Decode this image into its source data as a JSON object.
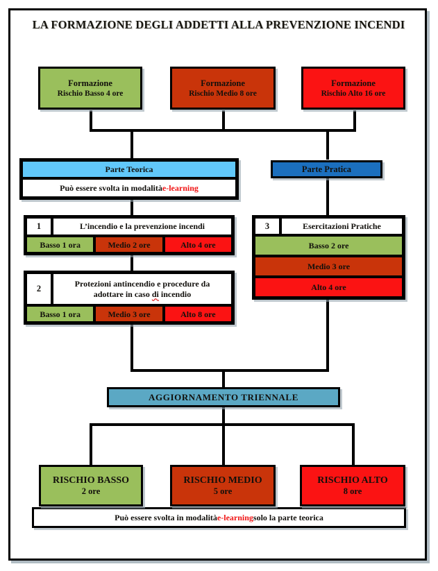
{
  "title": "LA FORMAZIONE DEGLI ADDETTI ALLA PREVENZIONE INCENDI",
  "colors": {
    "low": "#9ABF5C",
    "medium": "#C9340A",
    "high": "#FB1313",
    "theory": "#61C8FA",
    "practice": "#1B6FBE",
    "refresh": "#5BA8C4",
    "accent_red": "#F01414",
    "border": "#000000"
  },
  "training_boxes": [
    {
      "line1": "Formazione",
      "line2": "Rischio Basso 4 ore",
      "color": "green"
    },
    {
      "line1": "Formazione",
      "line2": "Rischio Medio 8 ore",
      "color": "orange"
    },
    {
      "line1": "Formazione",
      "line2": "Rischio Alto 16 ore",
      "color": "red"
    }
  ],
  "theory": {
    "header": "Parte Teorica",
    "note_prefix": "Può essere svolta in modalità ",
    "note_accent": "e-learning",
    "modules": [
      {
        "index": "1",
        "label": "L’incendio e la prevenzione incendi",
        "cells": [
          {
            "text": "Basso 1 ora",
            "color": "green"
          },
          {
            "text": "Medio 2 ore",
            "color": "orange"
          },
          {
            "text": "Alto 4 ore",
            "color": "red"
          }
        ]
      },
      {
        "index": "2",
        "label_line1": "Protezioni antincendio e procedure da",
        "label_line2_pre": "adottare in caso ",
        "label_line2_mark": "di",
        "label_line2_post": " incendio",
        "cells": [
          {
            "text": "Basso 1 ora",
            "color": "green"
          },
          {
            "text": "Medio 3 ore",
            "color": "orange"
          },
          {
            "text": "Alto 8 ore",
            "color": "red"
          }
        ]
      }
    ]
  },
  "practice": {
    "header": "Parte Pratica",
    "module": {
      "index": "3",
      "label": "Esercitazioni Pratiche",
      "bars": [
        {
          "text": "Basso 2 ore",
          "color": "green"
        },
        {
          "text": "Medio 3 ore",
          "color": "orange"
        },
        {
          "text": "Alto 4 ore",
          "color": "red"
        }
      ]
    }
  },
  "refresher": {
    "title": "AGGIORNAMENTO TRIENNALE",
    "boxes": [
      {
        "line1": "RISCHIO BASSO",
        "line2": "2 ore",
        "color": "green"
      },
      {
        "line1": "RISCHIO MEDIO",
        "line2": "5 ore",
        "color": "orange"
      },
      {
        "line1": "RISCHIO ALTO",
        "line2": "8 ore",
        "color": "red"
      }
    ],
    "footer_pre": "Può essere svolta in modalità ",
    "footer_accent": "e-learning",
    "footer_post": " solo la parte teorica"
  }
}
